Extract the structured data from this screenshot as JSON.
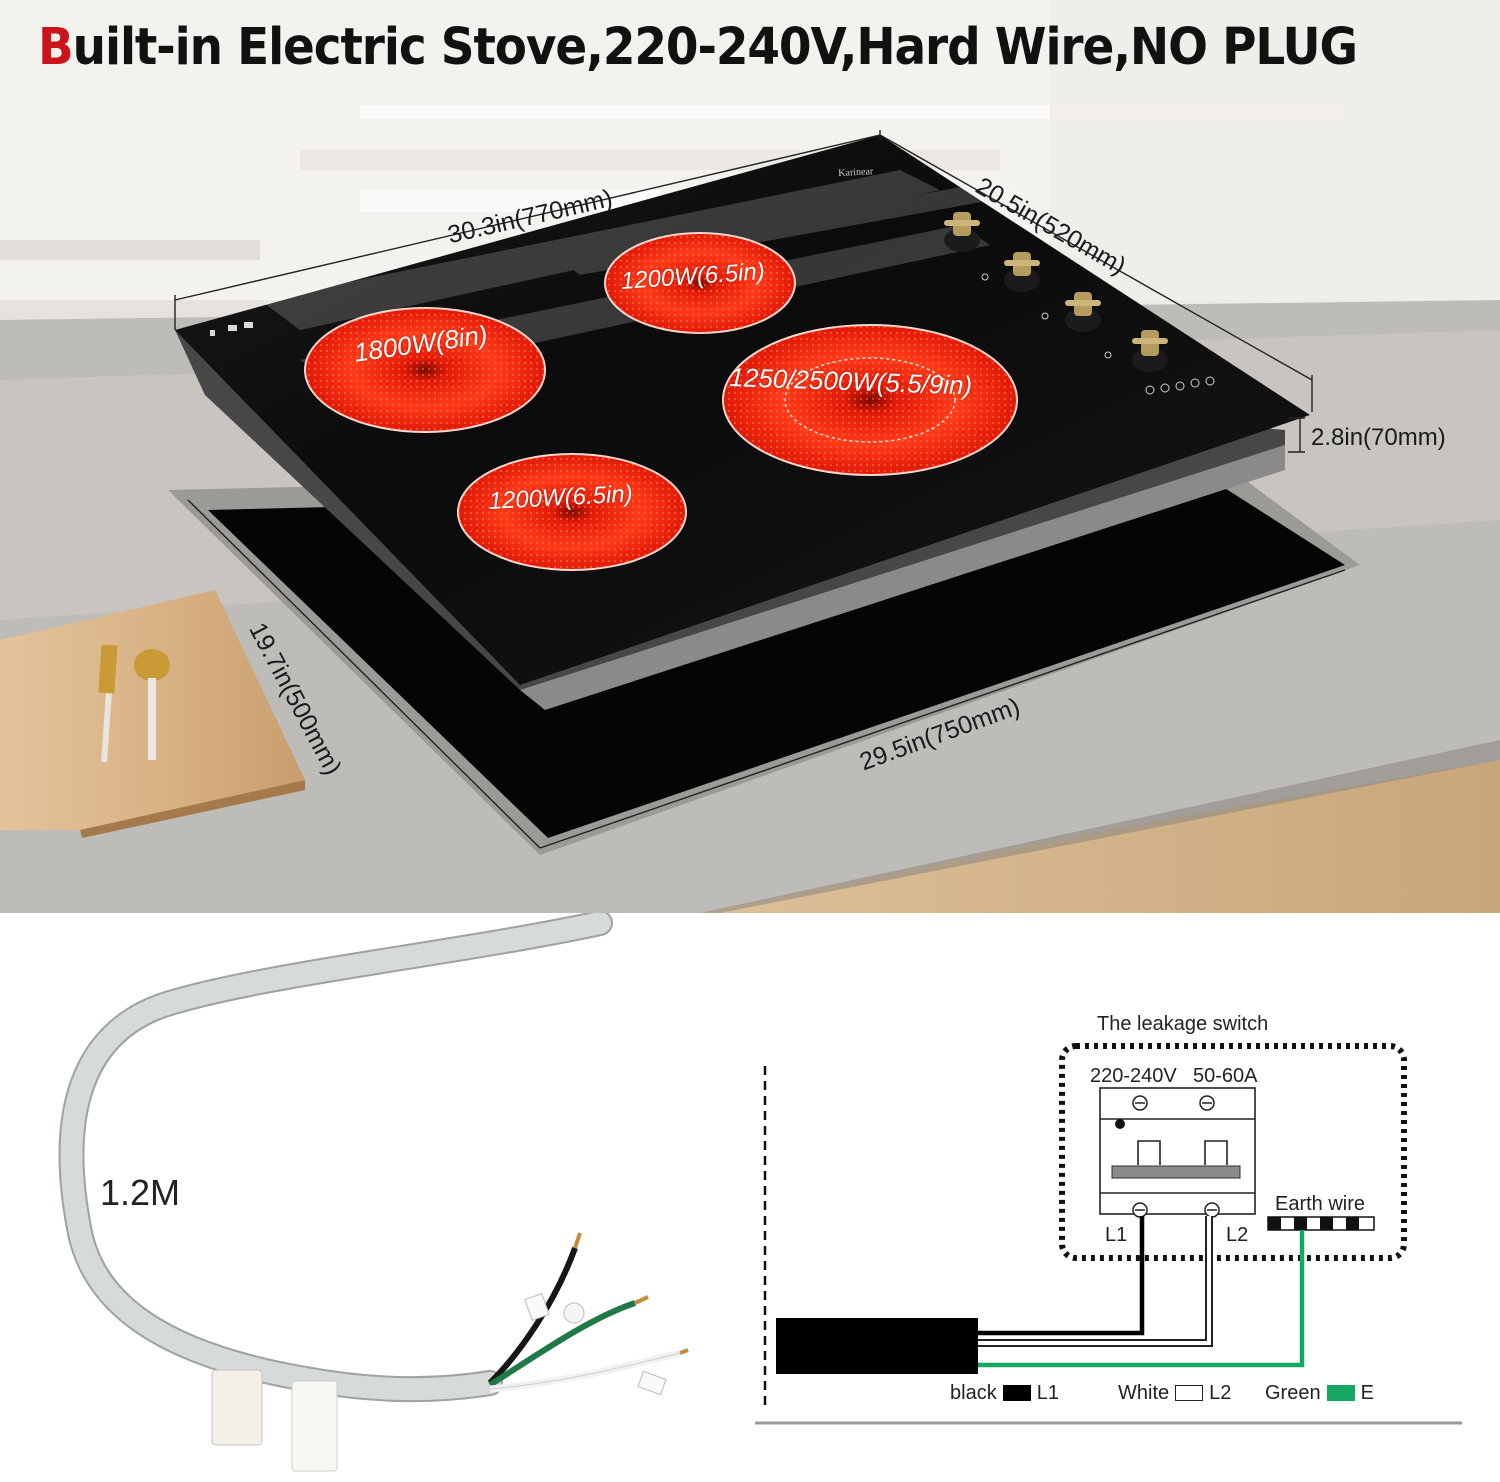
{
  "headline": {
    "first_letter": "B",
    "rest": "uilt-in Electric Stove,220-240V,Hard Wire,NO PLUG"
  },
  "dimensions": {
    "top_width": "30.3in(770mm)",
    "top_depth": "20.5in(520mm)",
    "height": "2.8in(70mm)",
    "cutout_depth": "19.7in(500mm)",
    "cutout_width": "29.5in(750mm)"
  },
  "burners": [
    {
      "label": "1800W(8in)",
      "position": "back-left"
    },
    {
      "label": "1200W(6.5in)",
      "position": "back-right"
    },
    {
      "label": "1250/2500W(5.5/9in)",
      "position": "front-right"
    },
    {
      "label": "1200W(6.5in)",
      "position": "front-left"
    }
  ],
  "brand": "Karinear",
  "colors": {
    "headline_accent": "#c8141a",
    "burner_glow": "#ff2a10",
    "glass": "#0c0c0c",
    "earth_wire": "#14a863"
  },
  "icons": [
    "control-knob-icon",
    "touch-button-icon",
    "fork-icon",
    "spoon-icon"
  ],
  "cable": {
    "length": "1.2M"
  },
  "wiring_diagram": {
    "title": "The leakage switch",
    "voltage": "220-240V",
    "current": "50-60A",
    "terminal_l1": "L1",
    "terminal_l2": "L2",
    "earth_label": "Earth wire",
    "legend": [
      {
        "name": "black",
        "code": "L1",
        "swatch": "black"
      },
      {
        "name": "White",
        "code": "L2",
        "swatch": "white"
      },
      {
        "name": "Green",
        "code": "E",
        "swatch": "green"
      }
    ]
  }
}
